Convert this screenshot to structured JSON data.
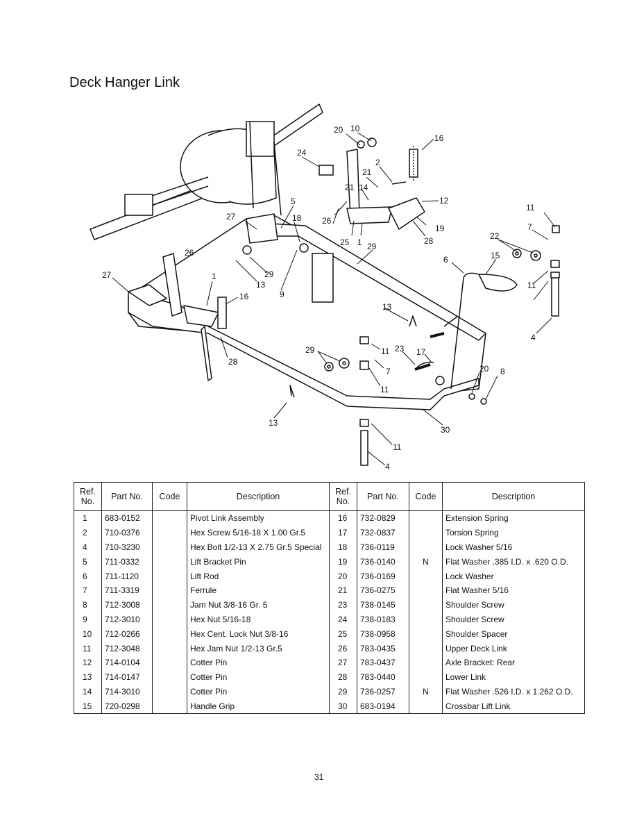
{
  "page": {
    "title": "Deck Hanger Link",
    "page_number": "31"
  },
  "diagram": {
    "callouts": [
      "20",
      "10",
      "16",
      "24",
      "2",
      "21",
      "14",
      "12",
      "11",
      "5",
      "27",
      "18",
      "26",
      "21",
      "19",
      "7",
      "25",
      "1",
      "28",
      "29",
      "22",
      "26",
      "6",
      "15",
      "27",
      "1",
      "29",
      "13",
      "11",
      "9",
      "16",
      "13",
      "4",
      "28",
      "29",
      "11",
      "23",
      "17",
      "7",
      "20",
      "8",
      "11",
      "13",
      "30",
      "11",
      "4"
    ]
  },
  "table": {
    "headers": [
      "Ref. No.",
      "Part No.",
      "Code",
      "Description",
      "Ref. No.",
      "Part No.",
      "Code",
      "Description"
    ],
    "rows": [
      [
        "1",
        "683-0152",
        "",
        "Pivot Link Assembly",
        "16",
        "732-0829",
        "",
        "Extension Spring"
      ],
      [
        "2",
        "710-0376",
        "",
        "Hex Screw 5/16-18 X 1.00 Gr.5",
        "17",
        "732-0837",
        "",
        "Torsion Spring"
      ],
      [
        "4",
        "710-3230",
        "",
        "Hex Bolt 1/2-13 X 2.75 Gr.5 Special",
        "18",
        "736-0119",
        "",
        "Lock Washer 5/16"
      ],
      [
        "5",
        "711-0332",
        "",
        "Lift Bracket Pin",
        "19",
        "736-0140",
        "N",
        "Flat Washer .385 I.D. x .620 O.D."
      ],
      [
        "6",
        "711-1120",
        "",
        "Lift Rod",
        "20",
        "736-0169",
        "",
        "Lock Washer"
      ],
      [
        "7",
        "711-3319",
        "",
        "Ferrule",
        "21",
        "736-0275",
        "",
        "Flat Washer 5/16"
      ],
      [
        "8",
        "712-3008",
        "",
        "Jam Nut 3/8-16 Gr. 5",
        "23",
        "738-0145",
        "",
        "Shoulder Screw"
      ],
      [
        "9",
        "712-3010",
        "",
        "Hex Nut 5/16-18",
        "24",
        "738-0183",
        "",
        "Shoulder Screw"
      ],
      [
        "10",
        "712-0266",
        "",
        "Hex Cent. Lock Nut 3/8-16",
        "25",
        "738-0958",
        "",
        "Shoulder Spacer"
      ],
      [
        "11",
        "712-3048",
        "",
        "Hex Jam Nut 1/2-13 Gr.5",
        "26",
        "783-0435",
        "",
        "Upper Deck Link"
      ],
      [
        "12",
        "714-0104",
        "",
        "Cotter Pin",
        "27",
        "783-0437",
        "",
        "Axle Bracket: Rear"
      ],
      [
        "13",
        "714-0147",
        "",
        "Cotter Pin",
        "28",
        "783-0440",
        "",
        "Lower Link"
      ],
      [
        "14",
        "714-3010",
        "",
        "Cotter Pin",
        "29",
        "736-0257",
        "N",
        "Flat Washer .526 I.D. x 1.262 O.D."
      ],
      [
        "15",
        "720-0298",
        "",
        "Handle Grip",
        "30",
        "683-0194",
        "",
        "Crossbar Lift Link"
      ]
    ]
  }
}
